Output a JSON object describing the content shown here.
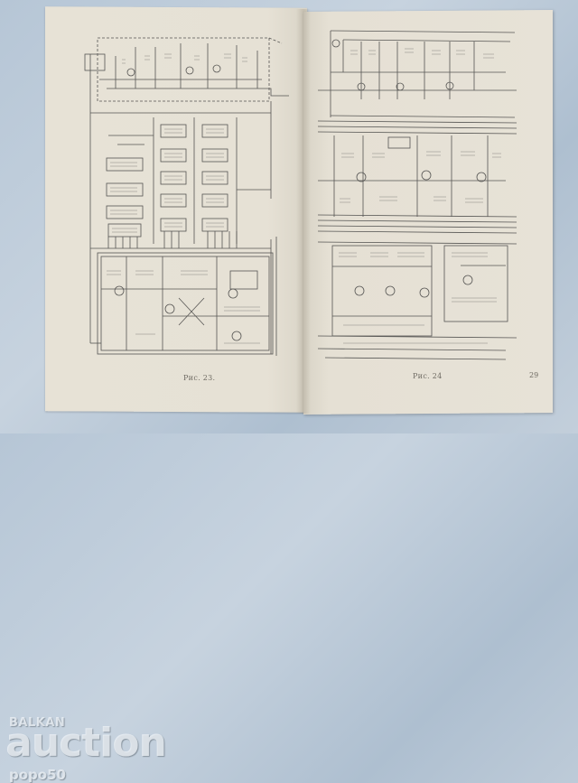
{
  "scene": {
    "description": "Open book with electronic circuit schematics on two facing pages",
    "background_color": "#bccada",
    "paper_color": "#e6e1d5",
    "ink_color": "#3c3c3c"
  },
  "left_page": {
    "figure_caption": "Рис. 23."
  },
  "right_page": {
    "figure_caption": "Рис. 24",
    "page_number": "29"
  },
  "watermark": {
    "site_top": "BALKAN",
    "site_main": "auction",
    "user": "popo50"
  }
}
